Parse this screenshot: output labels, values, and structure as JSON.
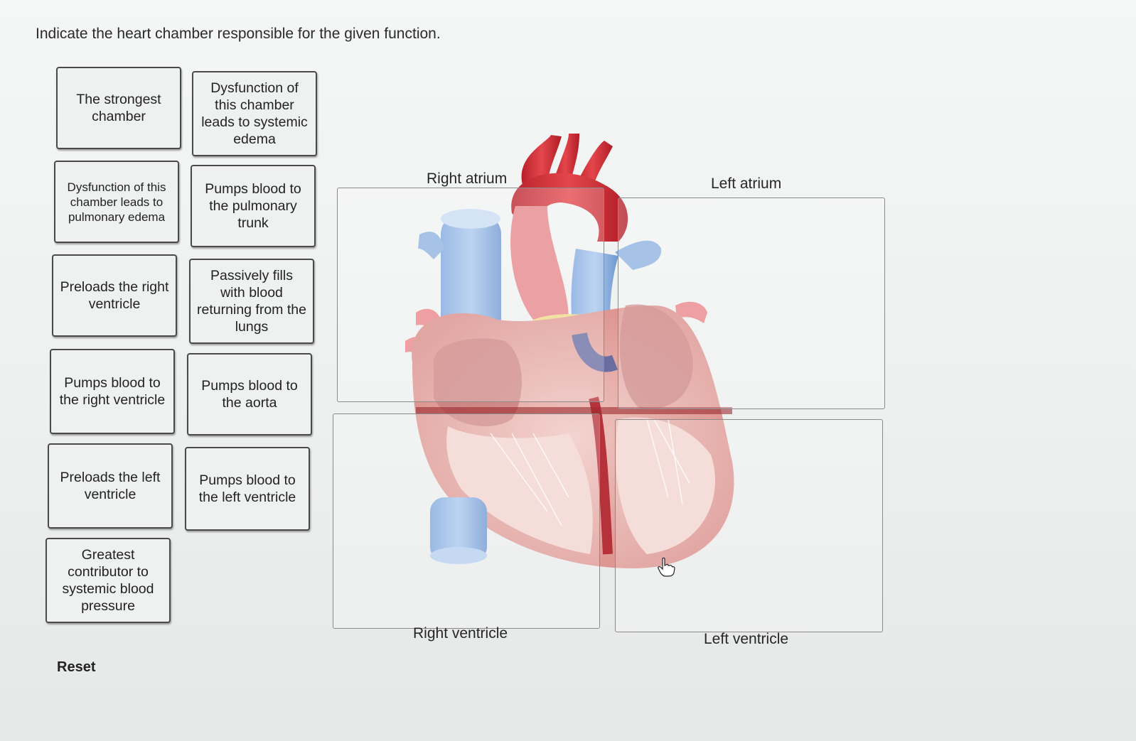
{
  "prompt": "Indicate the heart chamber responsible for the given function.",
  "cards": [
    "The strongest chamber",
    "Dysfunction of this chamber leads to systemic edema",
    "Dysfunction of this chamber leads to pulmonary edema",
    "Pumps blood to the pulmonary trunk",
    "Preloads the right ventricle",
    "Passively fills with blood returning from the lungs",
    "Pumps blood to the right ventricle",
    "Pumps blood to the aorta",
    "Preloads the left ventricle",
    "Pumps blood to the left ventricle",
    "Greatest contributor to systemic blood pressure"
  ],
  "reset_label": "Reset",
  "zones": {
    "right_atrium": "Right atrium",
    "left_atrium": "Left atrium",
    "right_ventricle": "Right ventricle",
    "left_ventricle": "Left ventricle"
  },
  "icons": {
    "cursor": "hand-pointer-icon"
  },
  "colors": {
    "artery": "#d8323a",
    "vein": "#8fb6e4",
    "muscle": "#e7a3a0",
    "fat": "#efd98a"
  }
}
